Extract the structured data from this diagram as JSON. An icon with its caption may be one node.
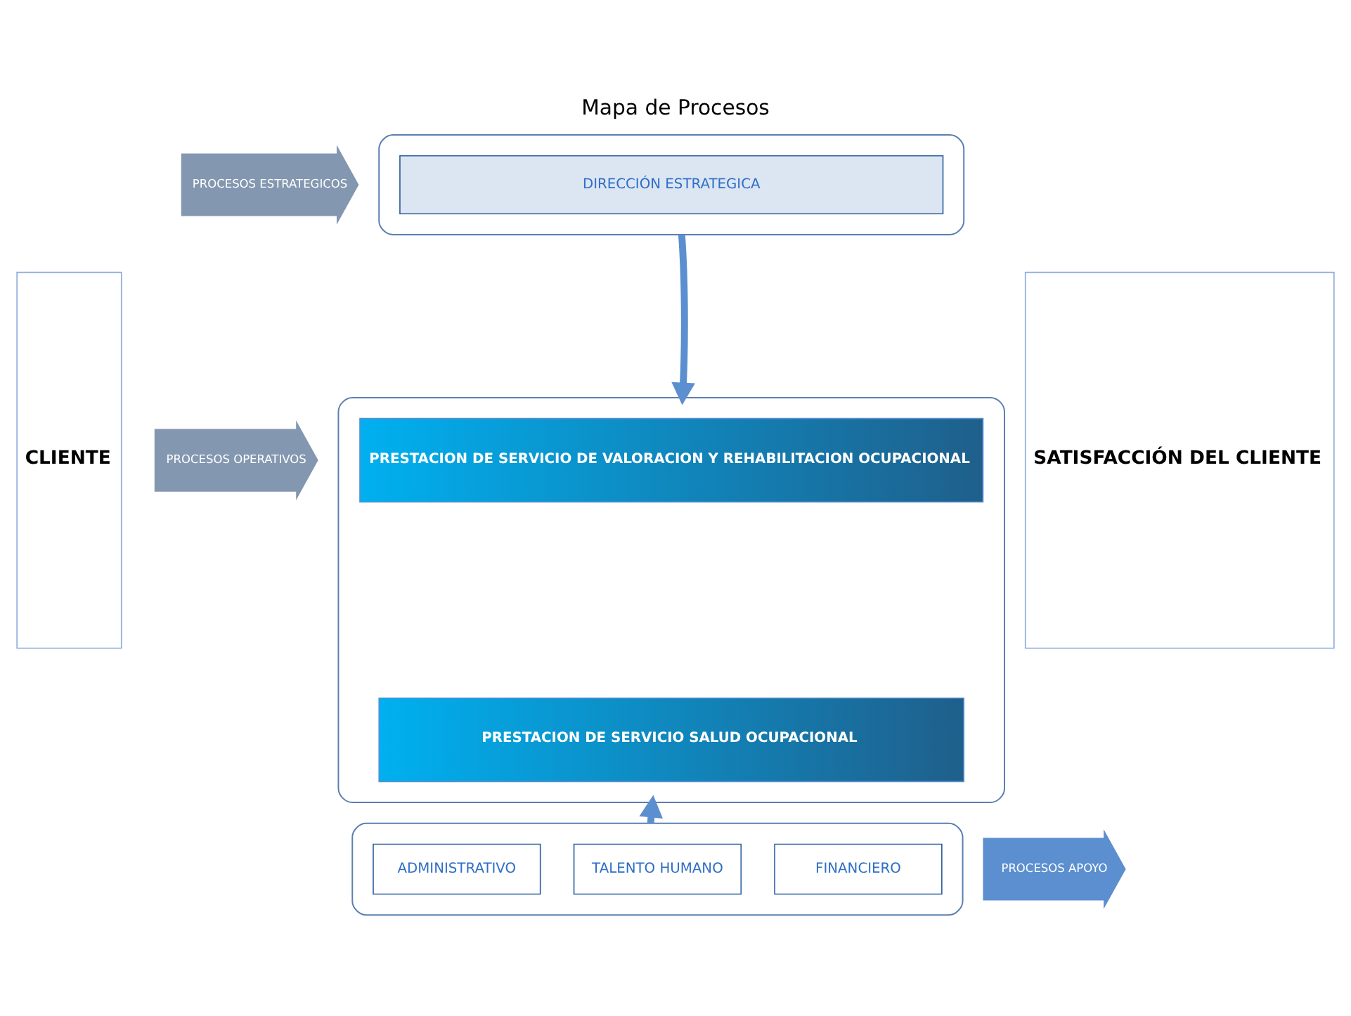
{
  "diagram": {
    "title": "Mapa de Procesos",
    "nodes": [
      {
        "text": [
          "CLIENTE"
        ]
      },
      {
        "text": [
          "SATISFACCIÓN DEL CLIENTE"
        ]
      },
      {
        "text": [
          "PROCESOS ESTRATEGICOS"
        ]
      },
      {
        "text": [],
        "shape": "box"
      },
      {
        "text": [
          "DIRECCIÓN ESTRATEGICA"
        ],
        "in": 3
      },
      {
        "text": [
          "PROCESOS OPERATIVOS"
        ]
      },
      {
        "text": [],
        "shape": "box"
      },
      {
        "text": [
          "PRESTACION DE SERVICIO DE VALORACION Y REHABILITACION OCUPACIONAL"
        ],
        "in": 6
      },
      {
        "text": [
          "PRESTACION DE SERVICIO SALUD OCUPACIONAL"
        ],
        "in": 6
      },
      {
        "text": [
          "PROCESOS APOYO"
        ]
      },
      {
        "text": [],
        "shape": "box"
      },
      {
        "text": [
          "ADMINISTRATIVO"
        ],
        "in": 10
      },
      {
        "text": [
          "TALENTO HUMANO"
        ],
        "in": 10
      },
      {
        "text": [
          "FINANCIERO"
        ],
        "in": 10
      }
    ],
    "edges": [
      {
        "from": 3,
        "to": 6,
        "arrow": "to"
      },
      {
        "from": 10,
        "to": 6,
        "arrow": "to"
      }
    ]
  }
}
